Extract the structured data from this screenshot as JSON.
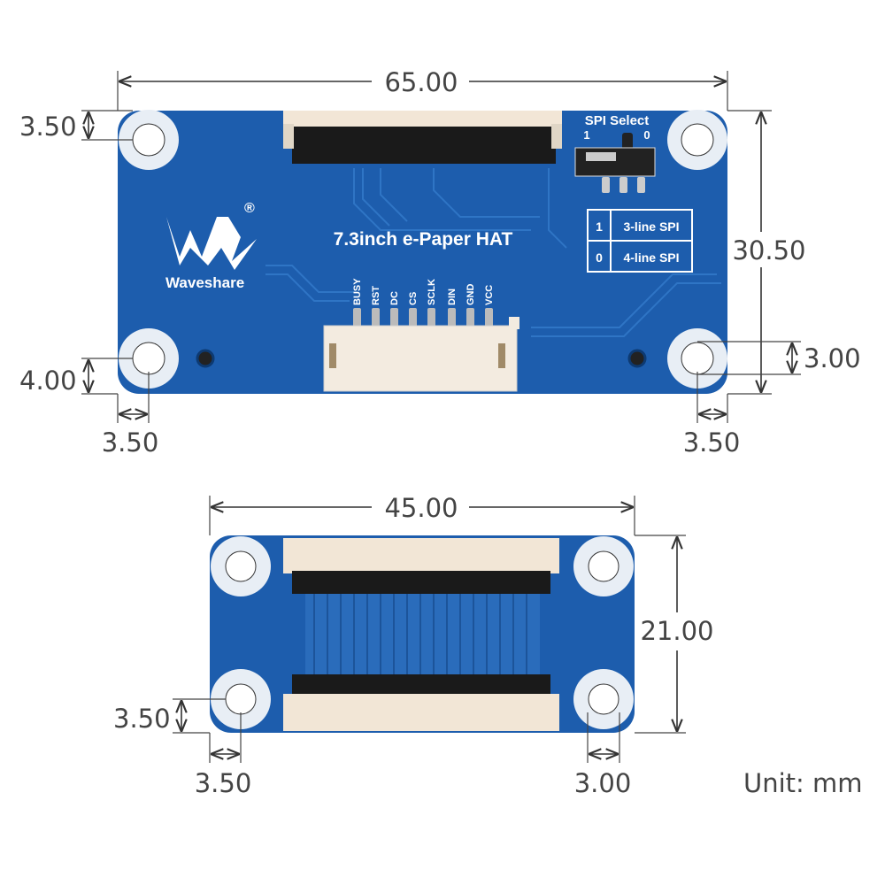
{
  "board_main": {
    "title": "7.3inch e-Paper HAT",
    "brand": "Waveshare",
    "registered": "®",
    "spi_select_label": "SPI Select",
    "switch_pos_1": "1",
    "switch_pos_0": "0",
    "spi_table": [
      {
        "value": "1",
        "mode": "3-line SPI"
      },
      {
        "value": "0",
        "mode": "4-line SPI"
      }
    ],
    "pins": [
      "BUSY",
      "RST",
      "DC",
      "CS",
      "SCLK",
      "DIN",
      "GND",
      "VCC"
    ]
  },
  "dimensions_main": {
    "width": "65.00",
    "height": "30.50",
    "hole_top_offset": "3.50",
    "hole_bottom_offset": "4.00",
    "hole_left_offset": "3.50",
    "hole_right_offset": "3.50",
    "hole_diameter": "3.00"
  },
  "dimensions_adapter": {
    "width": "45.00",
    "height": "21.00",
    "hole_bottom_offset": "3.50",
    "hole_left_offset": "3.50",
    "hole_diameter": "3.00"
  },
  "unit_label": "Unit: mm",
  "colors": {
    "pcb": "#1d5dad",
    "connector": "#f2e6d6"
  }
}
